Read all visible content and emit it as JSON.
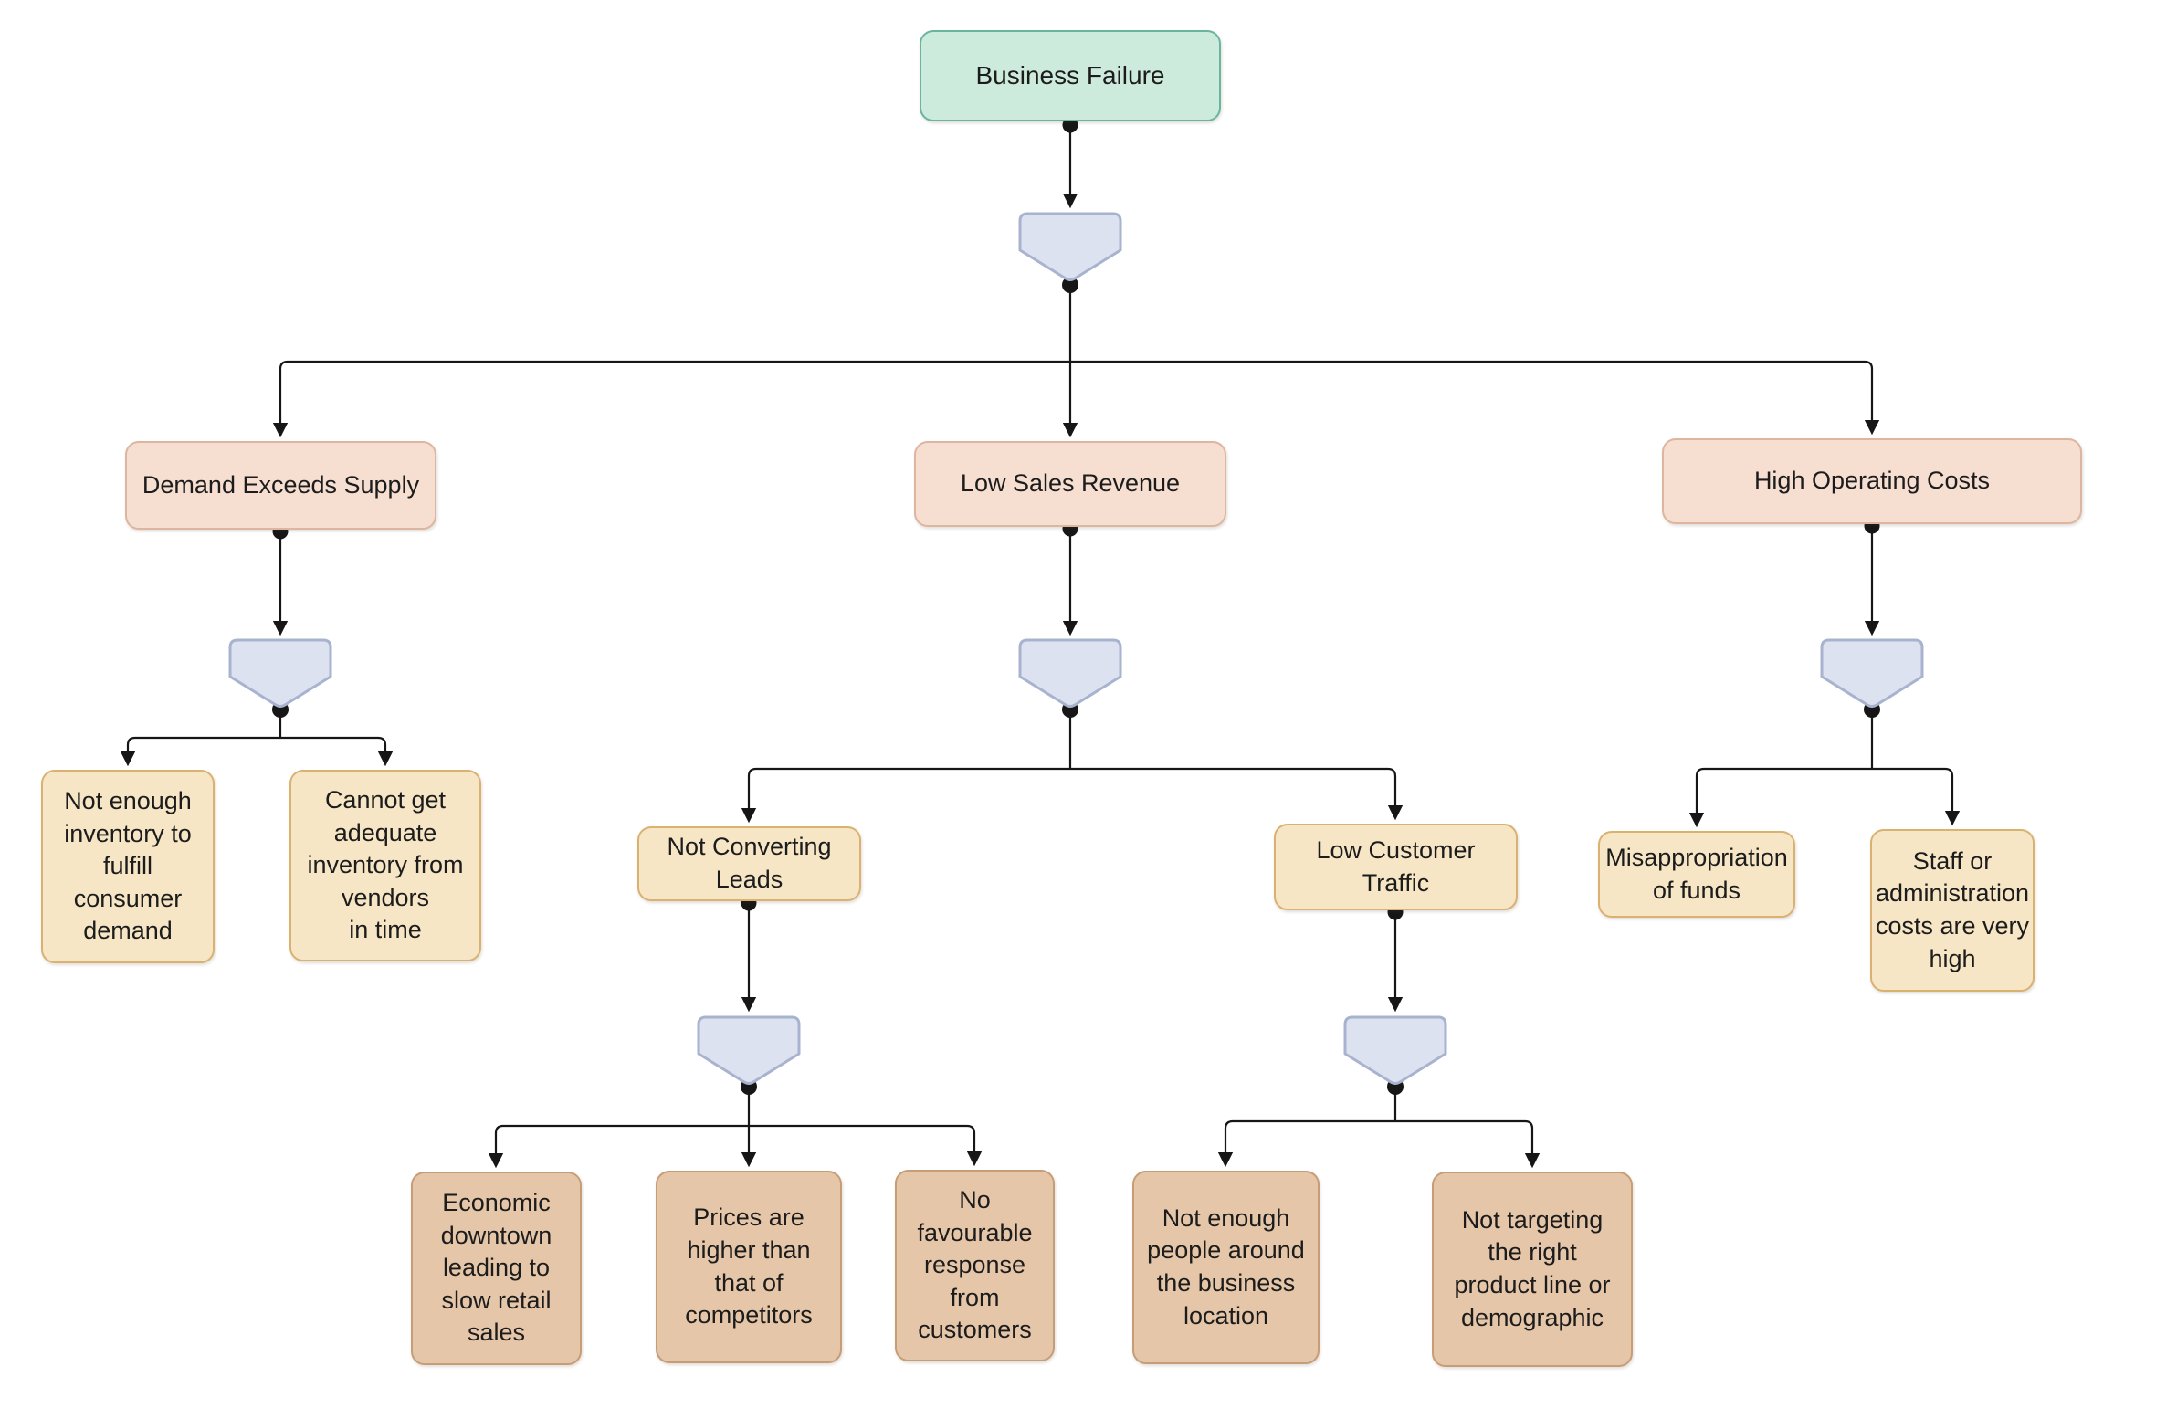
{
  "colors": {
    "bg": "#ffffff",
    "root_fill": "#cdebdd",
    "root_border": "#6ab5a0",
    "level1_fill": "#f6ded1",
    "level1_border": "#ddb6a0",
    "cause_fill": "#f6e6c5",
    "cause_border": "#d9b271",
    "subcause_fill": "#e6c6a9",
    "subcause_border": "#c79d78",
    "gate_fill": "#dde2f0",
    "gate_border": "#a8b3cf",
    "line": "#161616",
    "text": "#1c1c1c"
  },
  "nodes": {
    "root": {
      "label": "Business Failure"
    },
    "demand": {
      "label": "Demand Exceeds Supply"
    },
    "low_sales": {
      "label": "Low Sales Revenue"
    },
    "high_costs": {
      "label": "High Operating Costs"
    },
    "inventory": {
      "label": "Not enough\ninventory to\nfulfill\nconsumer\ndemand"
    },
    "vendors": {
      "label": "Cannot get\nadequate\ninventory from\nvendors\nin time"
    },
    "leads": {
      "label": "Not Converting\nLeads"
    },
    "traffic": {
      "label": "Low Customer\nTraffic"
    },
    "funds": {
      "label": "Misappropriation\nof funds"
    },
    "staff": {
      "label": "Staff or\nadministration\ncosts are very\nhigh"
    },
    "economic": {
      "label": "Economic\ndowntown\nleading to\nslow retail\nsales"
    },
    "prices": {
      "label": "Prices are\nhigher than\nthat of\ncompetitors"
    },
    "response": {
      "label": "No\nfavourable\nresponse\nfrom\ncustomers"
    },
    "people": {
      "label": "Not enough\npeople around\nthe business\nlocation"
    },
    "targeting": {
      "label": "Not targeting\nthe right\nproduct line or\ndemographic"
    }
  },
  "edges": [
    {
      "from": "Business Failure",
      "to": "Demand Exceeds Supply"
    },
    {
      "from": "Business Failure",
      "to": "Low Sales Revenue"
    },
    {
      "from": "Business Failure",
      "to": "High Operating Costs"
    },
    {
      "from": "Demand Exceeds Supply",
      "to": "Not enough inventory to fulfill consumer demand"
    },
    {
      "from": "Demand Exceeds Supply",
      "to": "Cannot get adequate inventory from vendors in time"
    },
    {
      "from": "Low Sales Revenue",
      "to": "Not Converting Leads"
    },
    {
      "from": "Low Sales Revenue",
      "to": "Low Customer Traffic"
    },
    {
      "from": "High Operating Costs",
      "to": "Misappropriation of funds"
    },
    {
      "from": "High Operating Costs",
      "to": "Staff or administration costs are very high"
    },
    {
      "from": "Not Converting Leads",
      "to": "Economic downtown leading to slow retail sales"
    },
    {
      "from": "Not Converting Leads",
      "to": "Prices are higher than that of competitors"
    },
    {
      "from": "Not Converting Leads",
      "to": "No favourable response from customers"
    },
    {
      "from": "Low Customer Traffic",
      "to": "Not enough people around the business location"
    },
    {
      "from": "Low Customer Traffic",
      "to": "Not targeting the right product line or demographic"
    }
  ]
}
